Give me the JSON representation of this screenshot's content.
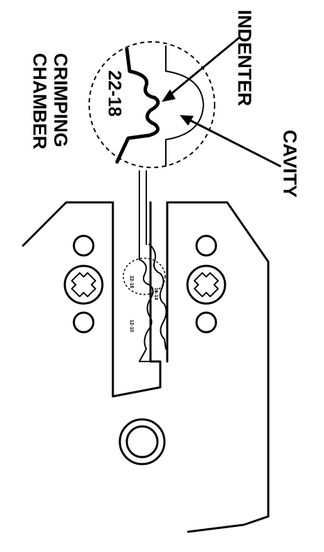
{
  "labels": {
    "indenter": "INDENTER",
    "cavity": "CAVITY",
    "crimping_line1": "CRIMPING",
    "crimping_line2": "CHAMBER",
    "gauge": "22-18"
  },
  "chamber_marks": {
    "top": "22-18",
    "bottom": "12-10",
    "right": "16-14"
  },
  "colors": {
    "line": "#000000",
    "background": "#ffffff"
  }
}
